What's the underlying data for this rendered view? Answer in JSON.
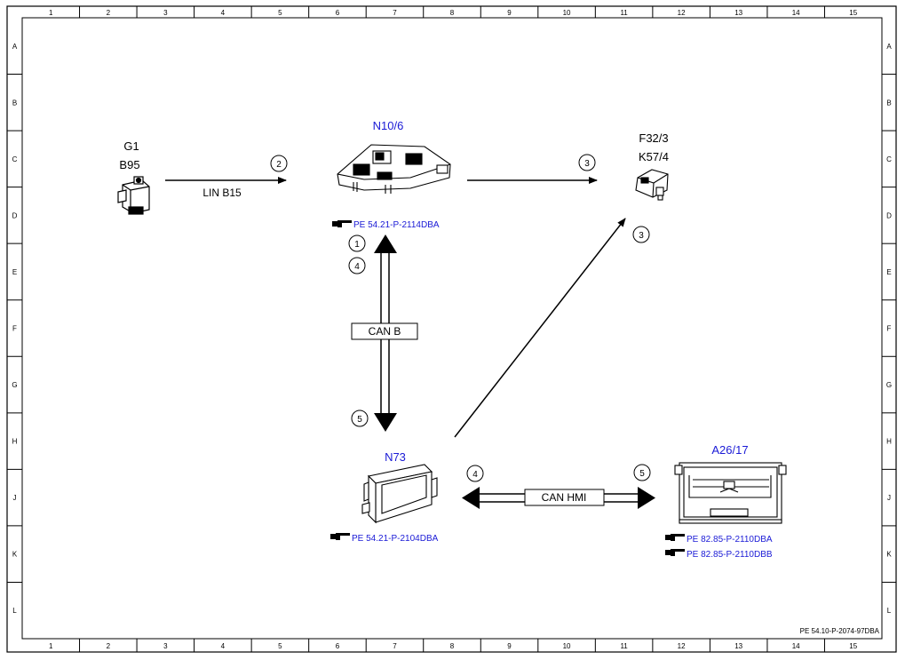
{
  "grid": {
    "columns": [
      "1",
      "2",
      "3",
      "4",
      "5",
      "6",
      "7",
      "8",
      "9",
      "10",
      "11",
      "12",
      "13",
      "14",
      "15"
    ],
    "rows": [
      "A",
      "B",
      "C",
      "D",
      "E",
      "F",
      "G",
      "H",
      "J",
      "K",
      "L"
    ]
  },
  "components": {
    "g1": {
      "name1": "G1",
      "name2": "B95"
    },
    "n10_6": {
      "name": "N10/6",
      "ref": "PE 54.21-P-2114DBA"
    },
    "f32_3": {
      "name1": "F32/3",
      "name2": "K57/4"
    },
    "n73": {
      "name": "N73",
      "ref": "PE 54.21-P-2104DBA"
    },
    "a26_17": {
      "name": "A26/17",
      "ref1": "PE 82.85-P-2110DBA",
      "ref2": "PE 82.85-P-2110DBB"
    }
  },
  "buses": {
    "lin": "LIN B15",
    "can_b": "CAN B",
    "can_hmi": "CAN HMI"
  },
  "markers": {
    "m_lin": "2",
    "m_top3": "3",
    "m_diag3": "3",
    "m_1": "1",
    "m_4a": "4",
    "m_5a": "5",
    "m_4b": "4",
    "m_5b": "5"
  },
  "document_id": "PE 54.10-P-2074-97DBA",
  "colors": {
    "component_blue": "#1a1ad6",
    "line": "#000000"
  }
}
